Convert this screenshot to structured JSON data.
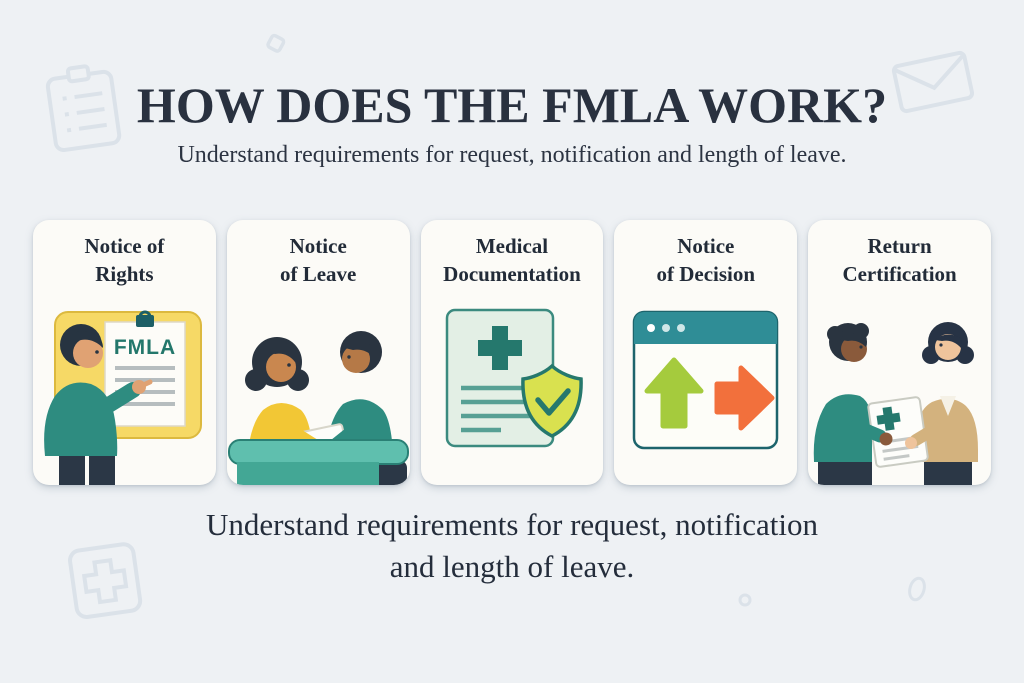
{
  "header": {
    "title": "HOW DOES THE FMLA WORK?",
    "subtitle": "Understand requirements for request, notification and length of leave."
  },
  "cards": [
    {
      "title_line1": "Notice of",
      "title_line2": "Rights",
      "illustration": "employee-pointing-at-fmla-board",
      "board_label": "FMLA"
    },
    {
      "title_line1": "Notice",
      "title_line2": "of Leave",
      "illustration": "employee-and-manager-discussing-leave-notice"
    },
    {
      "title_line1": "Medical",
      "title_line2": "Documentation",
      "illustration": "medical-document-with-shield-check"
    },
    {
      "title_line1": "Notice",
      "title_line2": "of Decision",
      "illustration": "browser-window-with-up-and-right-arrows"
    },
    {
      "title_line1": "Return",
      "title_line2": "Certification",
      "illustration": "employee-handing-return-certificate-to-manager"
    }
  ],
  "footer": {
    "line1": "Understand requirements for request, notification",
    "line2": "and length of leave."
  },
  "decorations": [
    "clipboard",
    "diamond",
    "envelope",
    "first-aid-kit",
    "small-dot",
    "small-ring"
  ],
  "colors": {
    "background": "#eef1f4",
    "card_background": "#fcfbf7",
    "heading_text": "#29313f",
    "teal": "#2e8c80",
    "dark_teal": "#1d646c",
    "board_yellow": "#f6d966",
    "shirt_yellow": "#f2c735",
    "mint_document": "#e3efe5",
    "shield_yellow_green": "#d9e14f",
    "arrow_green": "#a5cb3d",
    "arrow_orange": "#f2703c",
    "navy": "#2b3746",
    "table_teal": "#5fbfae",
    "coat_tan": "#d3b27e",
    "decoration_stroke": "#dbe2e9"
  }
}
